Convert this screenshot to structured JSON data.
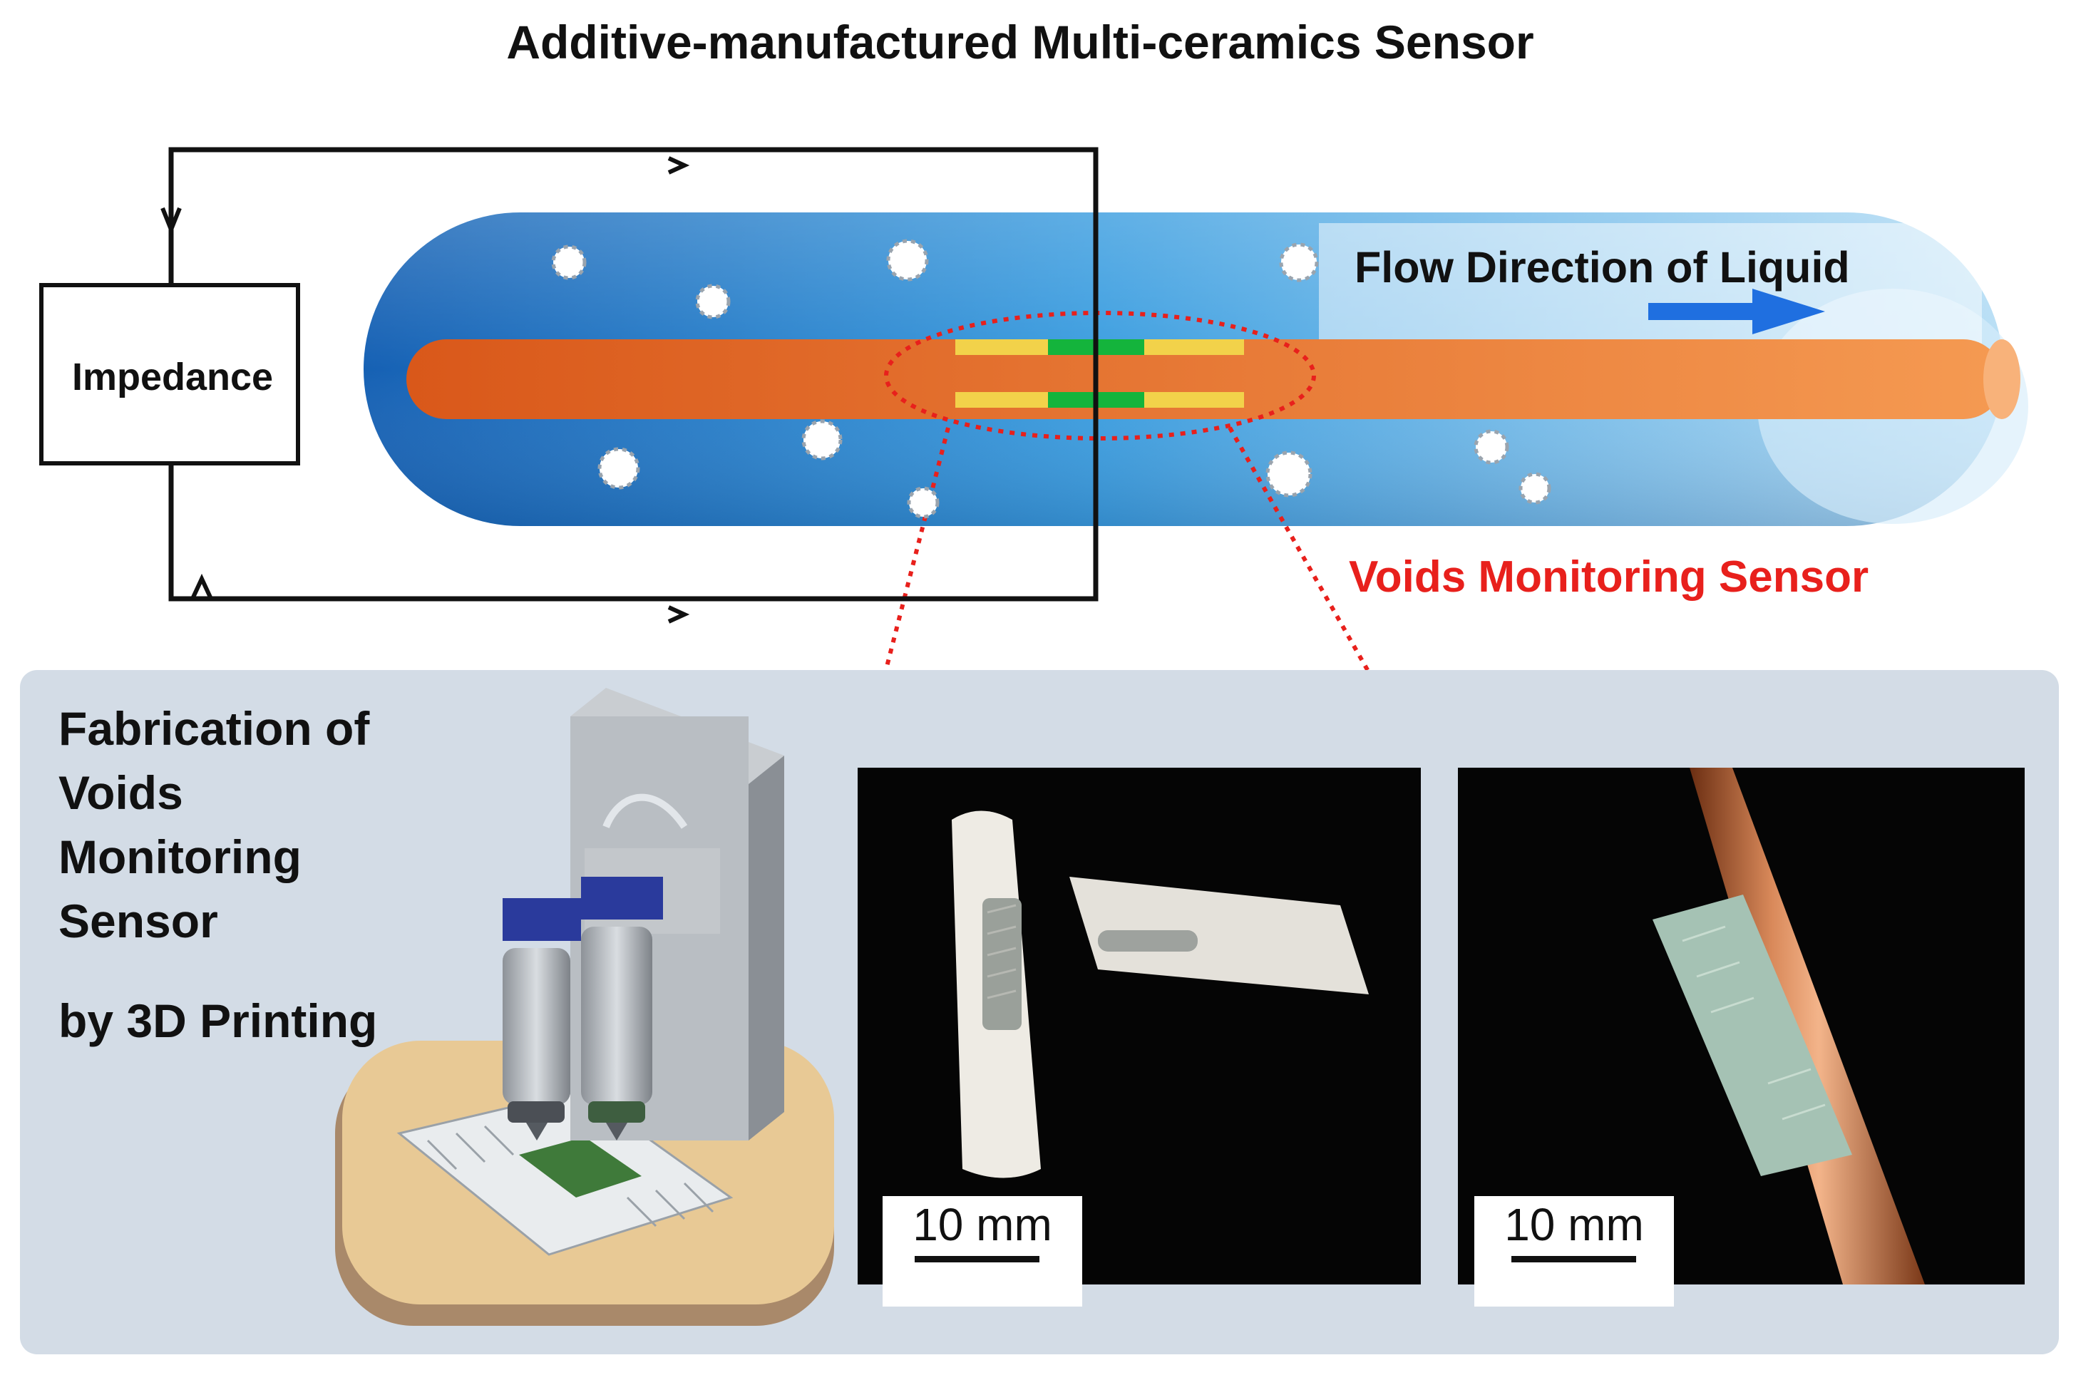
{
  "title": "Additive-manufactured Multi-ceramics Sensor",
  "circuit": {
    "impedance_label": "Impedance"
  },
  "flow": {
    "label": "Flow Direction of Liquid"
  },
  "sensor": {
    "label": "Voids Monitoring Sensor"
  },
  "fabrication": {
    "lines": [
      "Fabrication of",
      "Voids",
      "Monitoring",
      "Sensor"
    ],
    "method": "by 3D Printing"
  },
  "photos": {
    "left_scale": "10 mm",
    "right_scale": "10 mm"
  },
  "colors": {
    "pipe_dark": "#1e6fc0",
    "pipe_light": "#a9d6f3",
    "rod": "#e0661a",
    "electrode_green": "#14b43c",
    "electrode_yellow": "#f2d24a",
    "sensor_text": "#e8201c",
    "arrow_blue": "#1f6fe0",
    "panel_bg": "#d3dce6"
  }
}
